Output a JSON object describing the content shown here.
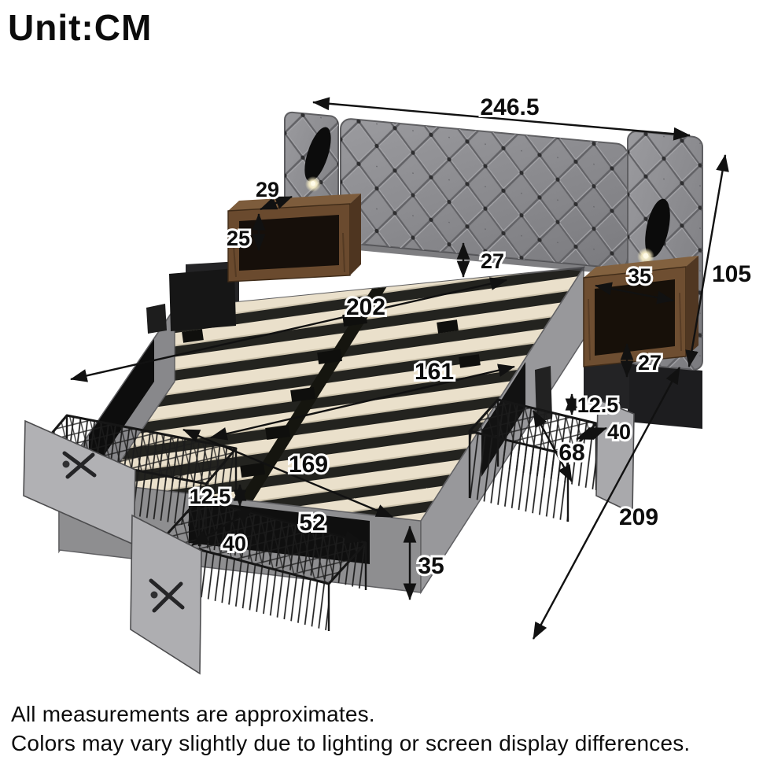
{
  "title": "Unit:CM",
  "dims": {
    "total_width": "246.5",
    "shelf_left_depth": "29",
    "shelf_left_height": "25",
    "headboard_gap": "27",
    "shelf_right_width": "35",
    "headboard_height": "105",
    "slat_area_length": "202",
    "slat_area_width": "161",
    "shelf_right_clearance": "27",
    "drawer_right_depth": "12.5",
    "drawer_right_width": "40",
    "drawer_right_length": "68",
    "side_length": "169",
    "drawer_left_depth": "12.5",
    "drawer_left_length": "52",
    "drawer_left_width": "40",
    "frame_height": "35",
    "total_length": "209"
  },
  "footer": {
    "line1": "All measurements are approximates.",
    "line2": "Colors may vary slightly due to lighting or screen display differences."
  },
  "colors": {
    "upholstery": "#8e8e91",
    "slats": "#eae0cb",
    "wood": "#6a4a2e",
    "wire": "#1c1c1c",
    "dimension_text": "#0d0d0d"
  }
}
